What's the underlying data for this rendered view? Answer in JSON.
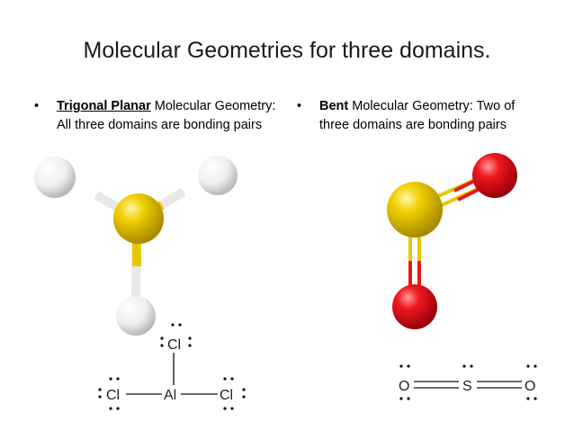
{
  "slide": {
    "title": "Molecular Geometries for three domains."
  },
  "left": {
    "bullet": "•",
    "term": "Trigonal Planar",
    "rest": " Molecular Geometry: All three domains are bonding pairs",
    "lewis": {
      "center": "Al",
      "top": "Cl",
      "left": "Cl",
      "right": "Cl"
    }
  },
  "right": {
    "bullet": "•",
    "term": "Bent",
    "rest": " Molecular Geometry: Two of three domains are bonding pairs",
    "lewis": {
      "left": "O",
      "center": "S",
      "right": "O"
    }
  },
  "colors": {
    "sulfur": "#e8c800",
    "hydrogen": "#f2f2f2",
    "oxygen": "#e8101a"
  }
}
